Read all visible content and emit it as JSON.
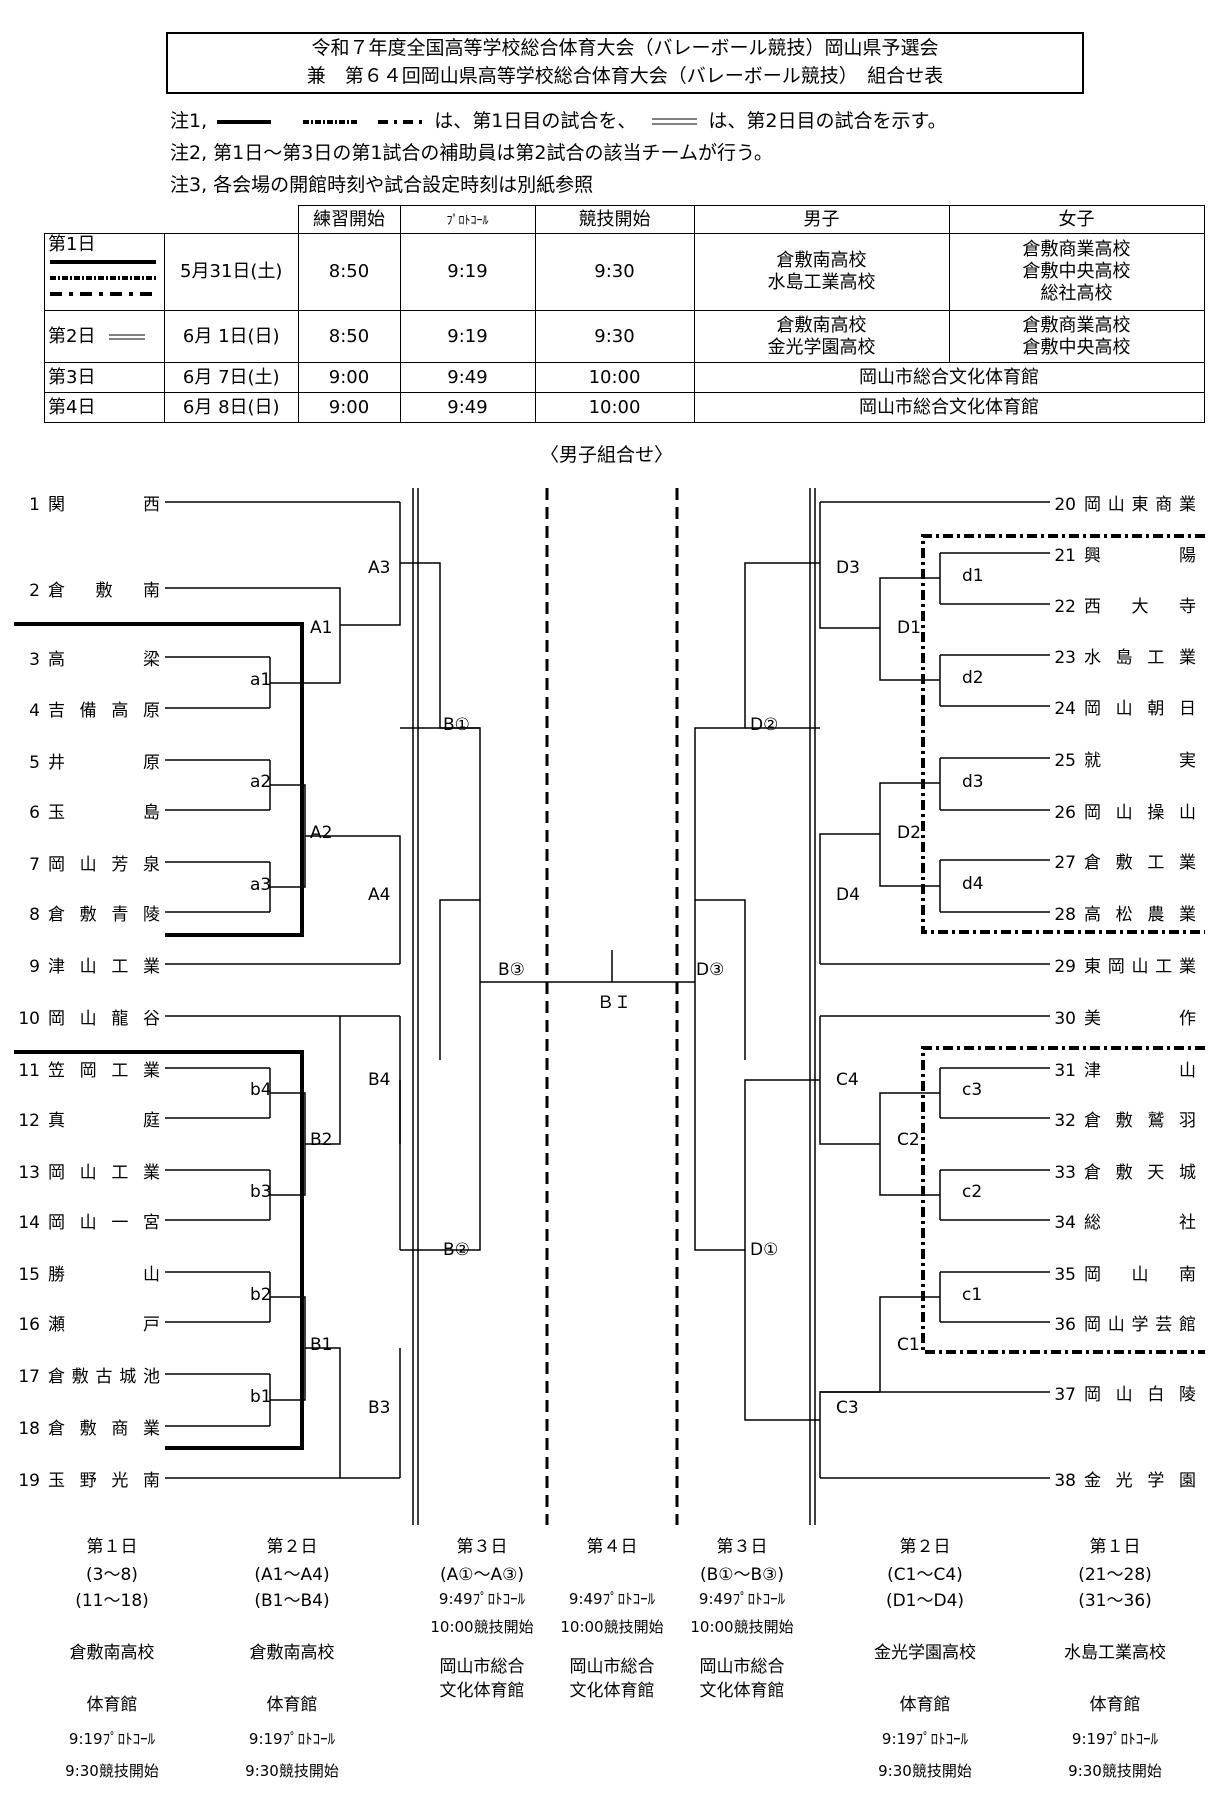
{
  "title": {
    "line1": "令和７年度全国高等学校総合体育大会（バレーボール競技）岡山県予選会",
    "line2": "兼　第６４回岡山県高等学校総合体育大会（バレーボール競技）　組合せ表"
  },
  "notes": {
    "n1_prefix": "注1,",
    "n1_text": "は、第1日目の試合を、",
    "n1_text2": "は、第2日目の試合を示す。",
    "n2": "注2, 第1日～第3日の第1試合の補助員は第2試合の該当チームが行う。",
    "n3": "注3, 各会場の開館時刻や試合設定時刻は別紙参照"
  },
  "schedule": {
    "headers": [
      "練習開始",
      "ﾌﾟﾛﾄｺｰﾙ",
      "競技開始",
      "男子",
      "女子"
    ],
    "rows": [
      {
        "day": "第1日",
        "date": "5月31日(土)",
        "practice": "8:50",
        "protocol": "9:19",
        "start": "9:30",
        "boys": [
          "倉敷南高校",
          "水島工業高校"
        ],
        "girls": [
          "倉敷商業高校",
          "倉敷中央高校",
          "総社高校"
        ]
      },
      {
        "day": "第2日",
        "date": "6月 1日(日)",
        "practice": "8:50",
        "protocol": "9:19",
        "start": "9:30",
        "boys": [
          "倉敷南高校",
          "金光学園高校"
        ],
        "girls": [
          "倉敷商業高校",
          "倉敷中央高校"
        ]
      },
      {
        "day": "第3日",
        "date": "6月 7日(土)",
        "practice": "9:00",
        "protocol": "9:49",
        "start": "10:00",
        "venue": "岡山市総合文化体育館"
      },
      {
        "day": "第4日",
        "date": "6月 8日(日)",
        "practice": "9:00",
        "protocol": "9:49",
        "start": "10:00",
        "venue": "岡山市総合文化体育館"
      }
    ]
  },
  "section_title": "〈男子組合せ〉",
  "teams_left": [
    {
      "no": "1",
      "name": "関西"
    },
    {
      "no": "2",
      "name": "倉敷南"
    },
    {
      "no": "3",
      "name": "高梁"
    },
    {
      "no": "4",
      "name": "吉備高原"
    },
    {
      "no": "5",
      "name": "井原"
    },
    {
      "no": "6",
      "name": "玉島"
    },
    {
      "no": "7",
      "name": "岡山芳泉"
    },
    {
      "no": "8",
      "name": "倉敷青陵"
    },
    {
      "no": "9",
      "name": "津山工業"
    },
    {
      "no": "10",
      "name": "岡山龍谷"
    },
    {
      "no": "11",
      "name": "笠岡工業"
    },
    {
      "no": "12",
      "name": "真庭"
    },
    {
      "no": "13",
      "name": "岡山工業"
    },
    {
      "no": "14",
      "name": "岡山一宮"
    },
    {
      "no": "15",
      "name": "勝山"
    },
    {
      "no": "16",
      "name": "瀬戸"
    },
    {
      "no": "17",
      "name": "倉敷古城池"
    },
    {
      "no": "18",
      "name": "倉敷商業"
    },
    {
      "no": "19",
      "name": "玉野光南"
    }
  ],
  "teams_right": [
    {
      "no": "20",
      "name": "岡山東商業"
    },
    {
      "no": "21",
      "name": "興陽"
    },
    {
      "no": "22",
      "name": "西大寺"
    },
    {
      "no": "23",
      "name": "水島工業"
    },
    {
      "no": "24",
      "name": "岡山朝日"
    },
    {
      "no": "25",
      "name": "就実"
    },
    {
      "no": "26",
      "name": "岡山操山"
    },
    {
      "no": "27",
      "name": "倉敷工業"
    },
    {
      "no": "28",
      "name": "高松農業"
    },
    {
      "no": "29",
      "name": "東岡山工業"
    },
    {
      "no": "30",
      "name": "美作"
    },
    {
      "no": "31",
      "name": "津山"
    },
    {
      "no": "32",
      "name": "倉敷鷲羽"
    },
    {
      "no": "33",
      "name": "倉敷天城"
    },
    {
      "no": "34",
      "name": "総社"
    },
    {
      "no": "35",
      "name": "岡山南"
    },
    {
      "no": "36",
      "name": "岡山学芸館"
    },
    {
      "no": "37",
      "name": "岡山白陵"
    },
    {
      "no": "38",
      "name": "金光学園"
    }
  ],
  "match_labels": {
    "a1": "a1",
    "a2": "a2",
    "a3": "a3",
    "A1": "A1",
    "A2": "A2",
    "A3": "A3",
    "A4": "A4",
    "b1": "b1",
    "b2": "b2",
    "b3": "b3",
    "b4": "b4",
    "B1": "B1",
    "B2": "B2",
    "B3": "B3",
    "B4": "B4",
    "Bc1": "B①",
    "Bc2": "B②",
    "Bc3": "B③",
    "BI": "ＢＩ",
    "Dc1": "D①",
    "Dc2": "D②",
    "Dc3": "D③",
    "d1": "d1",
    "d2": "d2",
    "d3": "d3",
    "d4": "d4",
    "D1": "D1",
    "D2": "D2",
    "D3": "D3",
    "D4": "D4",
    "c1": "c1",
    "c2": "c2",
    "c3": "c3",
    "C1": "C1",
    "C2": "C2",
    "C3": "C3",
    "C4": "C4"
  },
  "footer": [
    {
      "day": "第１日",
      "r1": "(3～8)",
      "r2": "(11～18)",
      "venue": "倉敷南高校",
      "gym": "体育館",
      "t1": "9:19ﾌﾟﾛﾄｺｰﾙ",
      "t2": "9:30競技開始"
    },
    {
      "day": "第２日",
      "r1": "(A1～A4)",
      "r2": "(B1～B4)",
      "venue": "倉敷南高校",
      "gym": "体育館",
      "t1": "9:19ﾌﾟﾛﾄｺｰﾙ",
      "t2": "9:30競技開始"
    },
    {
      "day": "第３日",
      "r1": "(A①～A③)",
      "t1": "9:49ﾌﾟﾛﾄｺｰﾙ",
      "t2": "10:00競技開始",
      "venue1": "岡山市総合",
      "venue2": "文化体育館"
    },
    {
      "day": "第４日",
      "t1": "9:49ﾌﾟﾛﾄｺｰﾙ",
      "t2": "10:00競技開始",
      "venue1": "岡山市総合",
      "venue2": "文化体育館"
    },
    {
      "day": "第３日",
      "r1": "(B①～B③)",
      "t1": "9:49ﾌﾟﾛﾄｺｰﾙ",
      "t2": "10:00競技開始",
      "venue1": "岡山市総合",
      "venue2": "文化体育館"
    },
    {
      "day": "第２日",
      "r1": "(C1～C4)",
      "r2": "(D1～D4)",
      "venue": "金光学園高校",
      "gym": "体育館",
      "t1": "9:19ﾌﾟﾛﾄｺｰﾙ",
      "t2": "9:30競技開始"
    },
    {
      "day": "第１日",
      "r1": "(21～28)",
      "r2": "(31～36)",
      "venue": "水島工業高校",
      "gym": "体育館",
      "t1": "9:19ﾌﾟﾛﾄｺｰﾙ",
      "t2": "9:30競技開始"
    }
  ]
}
